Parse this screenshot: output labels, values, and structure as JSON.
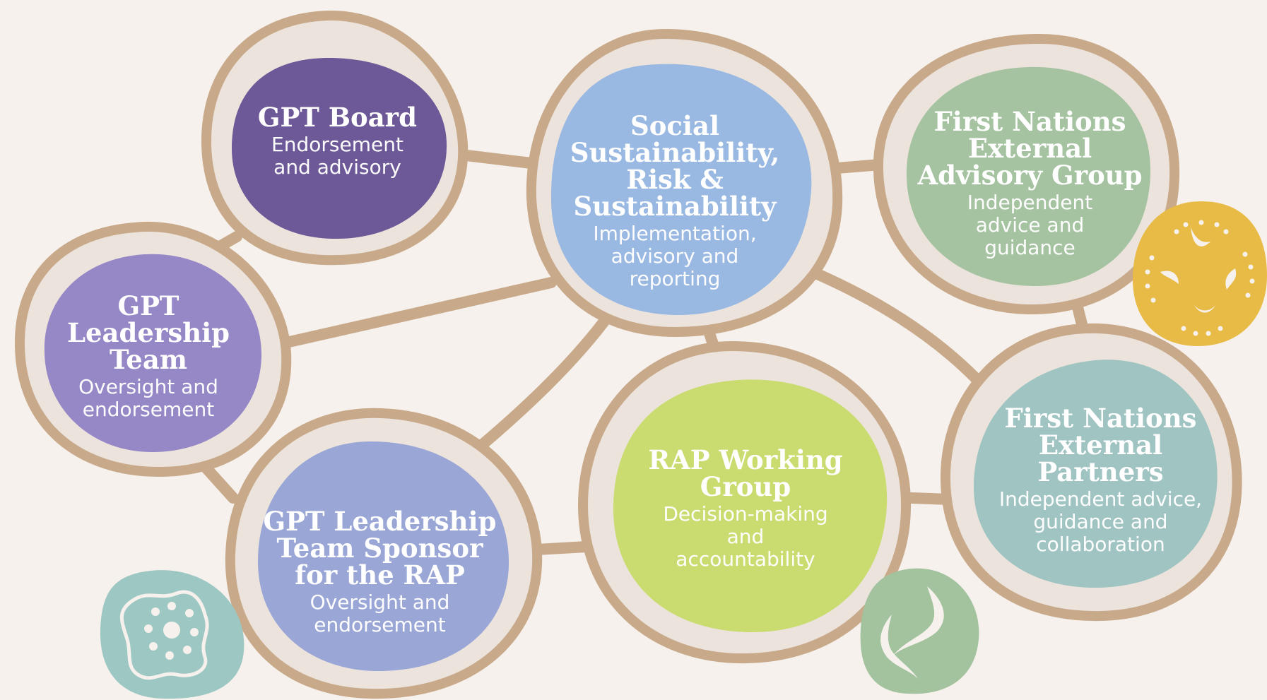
{
  "colors": {
    "background": "#f6f1ec",
    "ring": "#c8a98a",
    "ring_fill": "#ebe3dc",
    "gpt_board": "#6d5898",
    "gpt_leadership_team": "#9687c6",
    "leadership_sponsor": "#9aa6d6",
    "social_sustainability": "#99b8e2",
    "rap_working_group": "#cadc70",
    "first_nations_advisory": "#a5c3a1",
    "first_nations_partners": "#9fc4c2",
    "motif_teal": "#9dc7c3",
    "motif_green": "#a2c39e",
    "motif_yellow": "#e8bb46"
  },
  "nodes": {
    "gpt_board": {
      "title": "GPT Board",
      "description": "Endorsement\nand advisory"
    },
    "gpt_leadership_team": {
      "title": "GPT\nLeadership\nTeam",
      "description": "Oversight and\nendorsement"
    },
    "leadership_sponsor": {
      "title": "GPT Leadership\nTeam Sponsor\nfor the RAP",
      "description": "Oversight and\nendorsement"
    },
    "social_sustainability": {
      "title": "Social\nSustainability,\nRisk &\nSustainability",
      "description": "Implementation,\nadvisory and\nreporting"
    },
    "rap_working_group": {
      "title": "RAP Working\nGroup",
      "description": "Decision-making\nand\naccountability"
    },
    "first_nations_advisory": {
      "title": "First Nations\nExternal\nAdvisory Group",
      "description": "Independent\nadvice and\nguidance"
    },
    "first_nations_partners": {
      "title": "First Nations\nExternal Partners",
      "description": "Independent advice,\nguidance and\ncollaboration"
    }
  },
  "decorations": [
    "dot-flower-motif-icon",
    "boomerang-motif-icon",
    "meeting-place-motif-icon"
  ]
}
